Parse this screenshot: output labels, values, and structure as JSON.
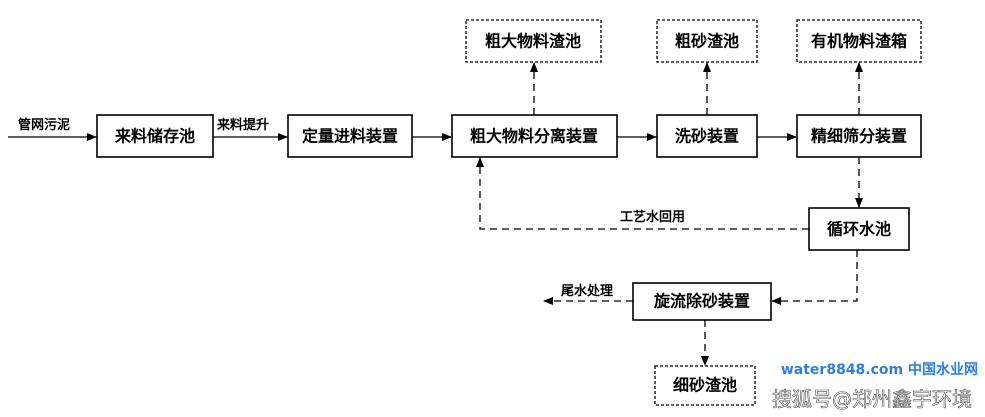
{
  "nodes": {
    "sludge_in": "管网污泥",
    "storage": "来料储存池",
    "lift": "来料提升",
    "feeder": "定量进料装置",
    "coarse_sep": "粗大物料分离装置",
    "sand_wash": "洗砂装置",
    "fine_screen": "精细筛分装置",
    "coarse_residue": "粗大物料渣池",
    "coarse_sand": "粗砂渣池",
    "organic_box": "有机物料渣箱",
    "circ_pool": "循环水池",
    "water_reuse": "工艺水回用",
    "cyclone": "旋流除砂装置",
    "tail_water": "尾水处理",
    "fine_sand": "细砂渣池"
  },
  "watermark": {
    "text": "搜狐号@郑州鑫宇环境",
    "logo": "water8848.com 中国水业网"
  }
}
